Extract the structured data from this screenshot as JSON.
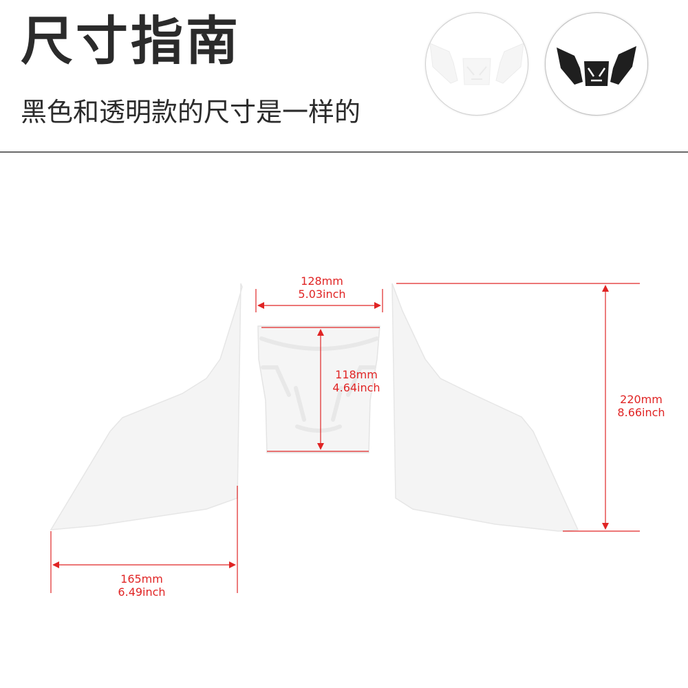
{
  "header": {
    "title": "尺寸指南",
    "subtitle": "黑色和透明款的尺寸是一样的"
  },
  "thumbnails": [
    {
      "variant": "clear",
      "icon": "clear-tank-pad-icon"
    },
    {
      "variant": "black",
      "icon": "black-tank-pad-icon"
    }
  ],
  "dimensions": {
    "center_width": {
      "mm": "128mm",
      "inch": "5.03inch"
    },
    "center_height": {
      "mm": "118mm",
      "inch": "4.64inch"
    },
    "side_height": {
      "mm": "220mm",
      "inch": "8.66inch"
    },
    "side_width": {
      "mm": "165mm",
      "inch": "6.49inch"
    }
  },
  "colors": {
    "dimension": "#e02424",
    "text": "#2b2b2b",
    "divider": "#6a6a6a",
    "pad_fill": "#f4f4f4",
    "pad_edge": "#e6e6e6"
  }
}
